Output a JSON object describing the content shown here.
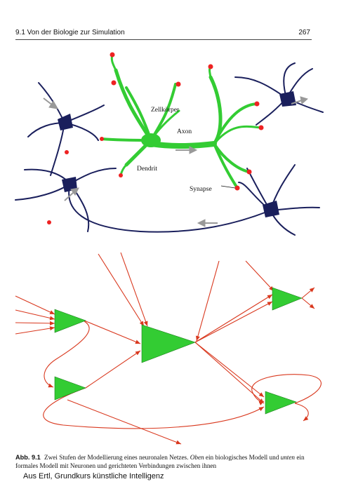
{
  "header": {
    "section": "9.1  Von der Biologie zur Simulation",
    "page_number": "267"
  },
  "biological_model": {
    "labels": {
      "cell_body": "Zellkörper",
      "axon": "Axon",
      "dendrite": "Dendrit",
      "synapse": "Synapse"
    }
  },
  "caption": {
    "label": "Abb. 9.1",
    "text_1": "Zwei Stufen der Modellierung eines neuronalen Netzes. ",
    "em_1": "Oben",
    "text_2": " ein biologisches Modell und ",
    "em_2": "unten",
    "text_3": " ein formales Modell mit Neuronen und gerichteten Verbindungen zwischen ihnen"
  },
  "source_note": "Aus Ertl, Grundkurs künstliche Intelligenz",
  "colors": {
    "neuron_green": "#33cc33",
    "synapse_red": "#ee2222",
    "dendrite_navy": "#1a1f5c",
    "connection_red": "#d9381e",
    "arrow_gray": "#999999"
  }
}
